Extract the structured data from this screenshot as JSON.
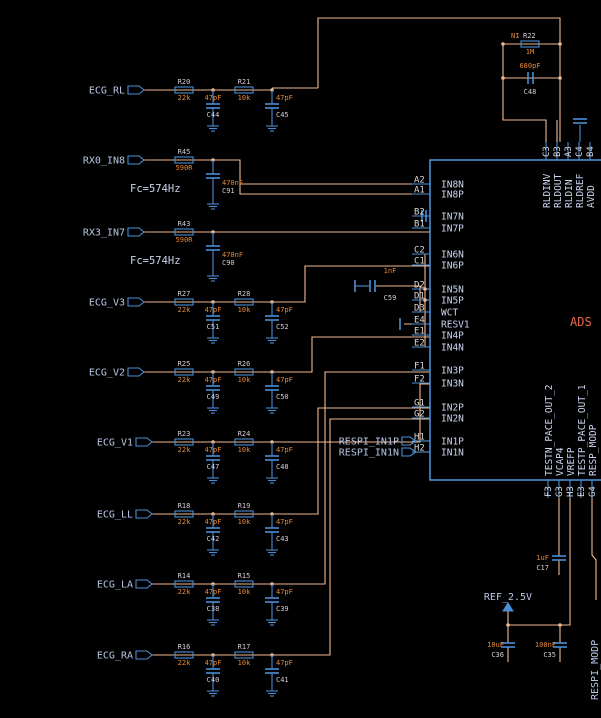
{
  "chip": {
    "title": "ADS",
    "left_pins": [
      {
        "num": "A2",
        "name": "IN8N"
      },
      {
        "num": "A1",
        "name": "IN8P"
      },
      {
        "num": "B2",
        "name": "IN7N"
      },
      {
        "num": "B1",
        "name": "IN7P"
      },
      {
        "num": "C2",
        "name": "IN6N"
      },
      {
        "num": "C1",
        "name": "IN6P"
      },
      {
        "num": "D2",
        "name": "IN5N"
      },
      {
        "num": "D1",
        "name": "IN5P"
      },
      {
        "num": "D3",
        "name": "WCT"
      },
      {
        "num": "E4",
        "name": "RESV1"
      },
      {
        "num": "E1",
        "name": "IN4P"
      },
      {
        "num": "E2",
        "name": "IN4N"
      },
      {
        "num": "F1",
        "name": "IN3P"
      },
      {
        "num": "F2",
        "name": "IN3N"
      },
      {
        "num": "G1",
        "name": "IN2P"
      },
      {
        "num": "G2",
        "name": "IN2N"
      },
      {
        "num": "H1",
        "name": "IN1P"
      },
      {
        "num": "H2",
        "name": "IN1N"
      }
    ],
    "top_pins": [
      {
        "num": "C3",
        "name": "RLDINV"
      },
      {
        "num": "B3",
        "name": "RLDOUT"
      },
      {
        "num": "A3",
        "name": "RLDIN"
      },
      {
        "num": "C4",
        "name": "RLDREF"
      },
      {
        "num": "B4",
        "name": "AVDD"
      }
    ],
    "bottom_pins": [
      {
        "num": "F3",
        "name": "TESTN_PACE_OUT_2"
      },
      {
        "num": "G3",
        "name": "VCAP4"
      },
      {
        "num": "H3",
        "name": "VREFP"
      },
      {
        "num": "E3",
        "name": "TESTP_PACE_OUT_1"
      },
      {
        "num": "G4",
        "name": "RESP_MODP"
      }
    ]
  },
  "rld_feedback": {
    "resistor": {
      "ref": "R22",
      "value": "1M",
      "dnp": "NI"
    },
    "capacitor": {
      "ref": "C48",
      "value": "680pF"
    }
  },
  "channels": [
    {
      "net": "ECG_RL",
      "r1": "R20",
      "r1v": "22k",
      "r2": "R21",
      "r2v": "10k",
      "c1": "C44",
      "c1v": "47pF",
      "c2": "C45",
      "c2v": "47pF"
    },
    {
      "net": "ECG_V3",
      "r1": "R27",
      "r1v": "22k",
      "r2": "R28",
      "r2v": "10k",
      "c1": "C51",
      "c1v": "47pF",
      "c2": "C52",
      "c2v": "47pF"
    },
    {
      "net": "ECG_V2",
      "r1": "R25",
      "r1v": "22k",
      "r2": "R26",
      "r2v": "10k",
      "c1": "C49",
      "c1v": "47pF",
      "c2": "C50",
      "c2v": "47pF"
    },
    {
      "net": "ECG_V1",
      "r1": "R23",
      "r1v": "22k",
      "r2": "R24",
      "r2v": "10k",
      "c1": "C47",
      "c1v": "47pF",
      "c2": "C48",
      "c2v": "47pF"
    },
    {
      "net": "ECG_LL",
      "r1": "R18",
      "r1v": "22k",
      "r2": "R19",
      "r2v": "10k",
      "c1": "C42",
      "c1v": "47pF",
      "c2": "C43",
      "c2v": "47pF"
    },
    {
      "net": "ECG_LA",
      "r1": "R14",
      "r1v": "22k",
      "r2": "R15",
      "r2v": "10k",
      "c1": "C38",
      "c1v": "47pF",
      "c2": "C39",
      "c2v": "47pF"
    },
    {
      "net": "ECG_RA",
      "r1": "R16",
      "r1v": "22k",
      "r2": "R17",
      "r2v": "10k",
      "c1": "C40",
      "c1v": "47pF",
      "c2": "C41",
      "c2v": "47pF"
    }
  ],
  "rx_filters": [
    {
      "net": "RX0_IN8",
      "r": "R45",
      "rv": "590R",
      "c": "C91",
      "cv": "470nF",
      "fc": "Fc=574Hz"
    },
    {
      "net": "RX3_IN7",
      "r": "R43",
      "rv": "590R",
      "c": "C90",
      "cv": "470nF",
      "fc": "Fc=574Hz"
    }
  ],
  "wct_cap": {
    "ref": "C59",
    "value": "1nF"
  },
  "respiration": [
    "RESPI_IN1P",
    "RESPI_IN1N"
  ],
  "ref_net": "REF_2.5V",
  "ref_caps": [
    {
      "ref": "C36",
      "value": "10uF"
    },
    {
      "ref": "C35",
      "value": "100nF"
    }
  ],
  "vcap_cap": {
    "ref": "C17",
    "value": "1uF"
  },
  "resp_net": "RESPI_MODP"
}
